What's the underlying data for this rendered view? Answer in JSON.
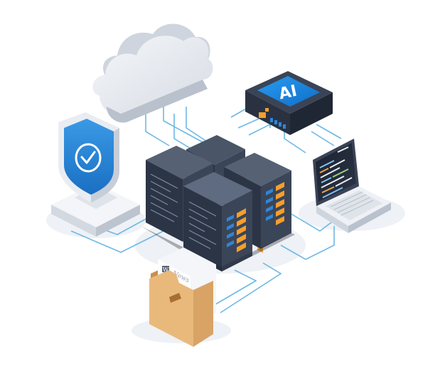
{
  "labels": {
    "ai_chip": "AI",
    "news_doc": "News",
    "doc_badge": "W"
  },
  "icons": {
    "cloud": "cloud-icon",
    "shield": "shield-check-icon",
    "ai_module": "ai-chip-icon",
    "laptop": "laptop-code-icon",
    "servers": "server-rack-icon",
    "folder": "folder-icon"
  },
  "colors": {
    "accent_blue": "#1e8fe0",
    "line_blue": "#5fb4e6",
    "server_dark": "#2c3546",
    "server_light": "#5a6578",
    "led_orange": "#f59e2b",
    "shield_blue": "#2484d6",
    "folder": "#e9b97c"
  }
}
